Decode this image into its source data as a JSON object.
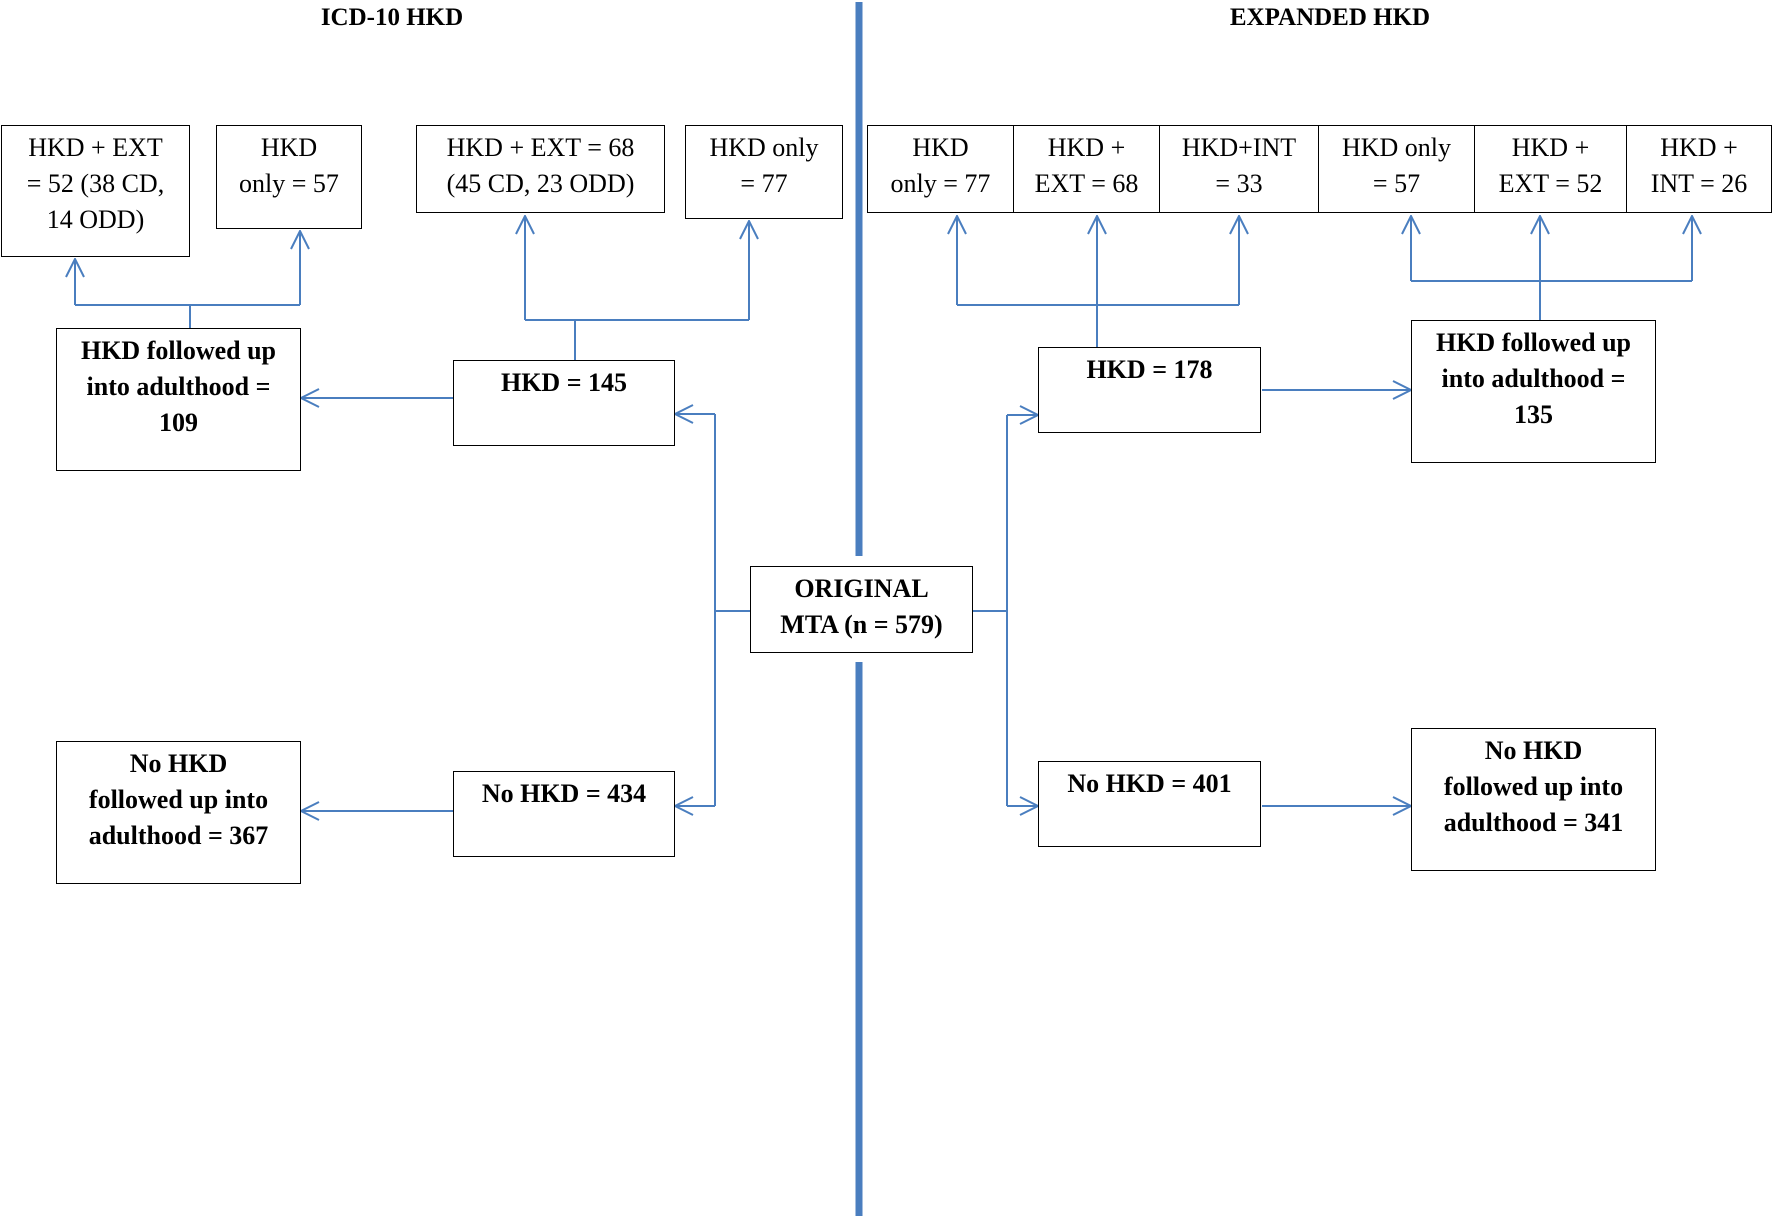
{
  "headers": {
    "left": "ICD-10 HKD",
    "right": "EXPANDED HKD"
  },
  "center": {
    "original": "ORIGINAL\nMTA (n = 579)"
  },
  "icd10": {
    "hkd": "HKD = 145",
    "no_hkd": "No HKD = 434",
    "hkd_followed": "HKD followed up\ninto adulthood =\n109",
    "no_hkd_followed": "No HKD\nfollowed up into\nadulthood = 367",
    "child_hkd_ext": "HKD + EXT = 68\n(45 CD, 23 ODD)",
    "child_hkd_only": "HKD only\n= 77",
    "adult_hkd_ext": "HKD + EXT\n= 52 (38 CD,\n14 ODD)",
    "adult_hkd_only": "HKD\nonly = 57"
  },
  "expanded": {
    "hkd": "HKD = 178",
    "no_hkd": "No HKD = 401",
    "hkd_followed": "HKD followed up\ninto adulthood =\n135",
    "no_hkd_followed": "No HKD\nfollowed up into\nadulthood = 341",
    "child_hkd_only": "HKD\nonly = 77",
    "child_hkd_ext": "HKD +\nEXT = 68",
    "child_hkd_int": "HKD+INT\n= 33",
    "adult_hkd_only": "HKD only\n= 57",
    "adult_hkd_ext": "HKD +\nEXT = 52",
    "adult_hkd_int": "HKD +\nINT = 26"
  },
  "colors": {
    "connector": "#4a7ebf",
    "divider": "#4a7ebf",
    "box_border": "#000000"
  }
}
